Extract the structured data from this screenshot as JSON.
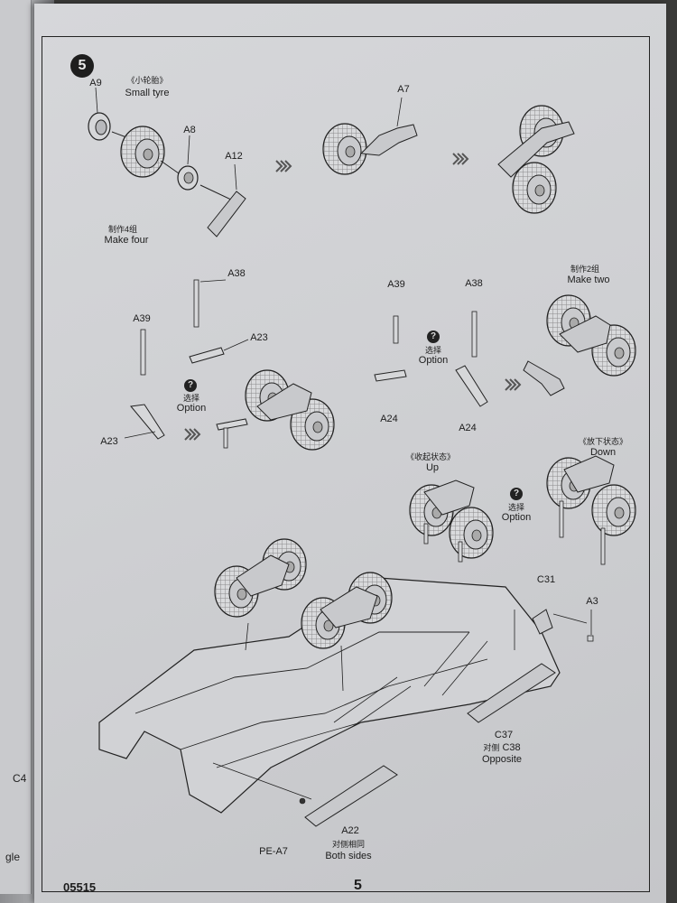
{
  "step": {
    "number": "5"
  },
  "parts": {
    "a9": "A9",
    "a7": "A7",
    "a8": "A8",
    "a12": "A12",
    "a38_left": "A38",
    "a23_upper": "A23",
    "a39_left": "A39",
    "a23_lower": "A23",
    "a39_right": "A39",
    "a38_right": "A38",
    "a24_left": "A24",
    "a24_right": "A24",
    "c31": "C31",
    "a3": "A3",
    "c37": "C37",
    "c38": "C38",
    "a22": "A22",
    "pe_a7": "PE-A7"
  },
  "captions": {
    "small_tyre_cn": "《小轮胎》",
    "small_tyre_en": "Small tyre",
    "make_four_cn": "制作4组",
    "make_four_en": "Make four",
    "make_two_cn": "制作2组",
    "make_two_en": "Make two",
    "option_left_cn": "选择",
    "option_left_en": "Option",
    "option_mid_cn": "选择",
    "option_mid_en": "Option",
    "option_low_cn": "选择",
    "option_low_en": "Option",
    "up_cn": "《收起状态》",
    "up_en": "Up",
    "down_cn": "《放下状态》",
    "down_en": "Down",
    "opposite_cn": "对侧",
    "opposite_en": "Opposite",
    "both_sides_cn": "对侧相同",
    "both_sides_en": "Both sides",
    "option_icon": "?"
  },
  "footer": {
    "catalog_number": "05515",
    "page_number": "5"
  },
  "prev_page": {
    "fragment_c4": "C4",
    "fragment_gle": "gle"
  },
  "colors": {
    "paper": "#d3d4d7",
    "ink": "#1c1c1c",
    "frame": "#222222"
  }
}
